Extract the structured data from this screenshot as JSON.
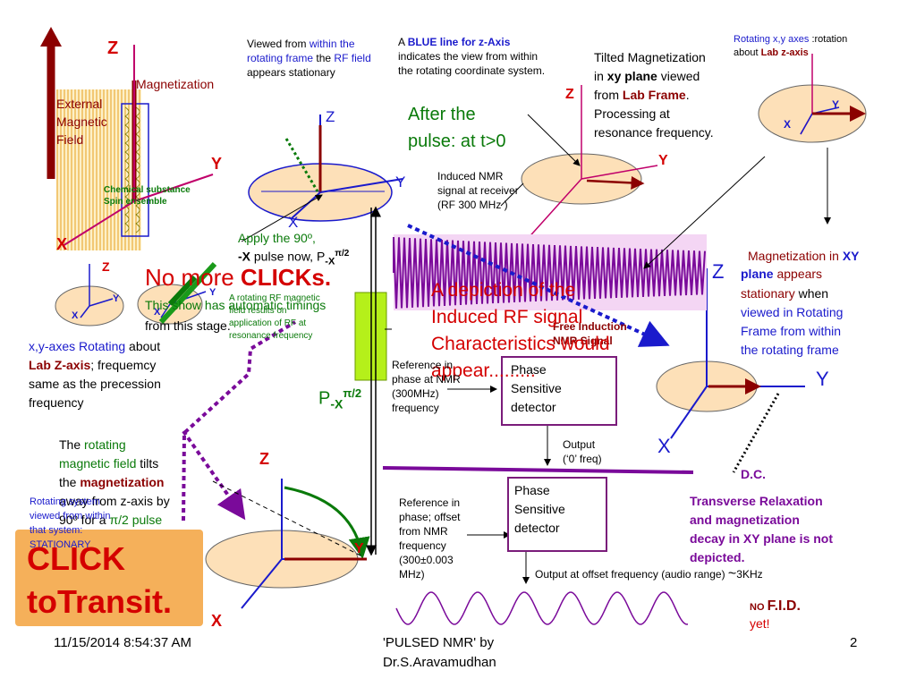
{
  "colors": {
    "maroon": "#8b0000",
    "magenta": "#c0006a",
    "blue": "#1a1acc",
    "green": "#0a7a0a",
    "purple": "#7a0a9a",
    "red": "#d40000",
    "peach": "#fde0b8",
    "orange": "#f5a623",
    "lime": "#b5f01a"
  },
  "labels": {
    "z1": "Z",
    "magnetization": "Magnetization",
    "ext1": "External",
    "ext2": "Magnetic",
    "ext3": "Field",
    "y1": "Y",
    "x1": "X",
    "chem1": "Chemical substance",
    "chem2": "Spin ensemble",
    "z_small": "Z",
    "y_small": "Y",
    "x_small": "X",
    "y_small2": "Y",
    "x_small2": "X",
    "viewed_a": "Viewed from ",
    "viewed_b": "within the",
    "viewed_c": "rotating frame",
    "viewed_d": " the ",
    "viewed_e": "RF field",
    "viewed_f": "appears stationary",
    "blue_a": "A ",
    "blue_b": "BLUE line for z-Axis",
    "blue_c": "indicates the view from within",
    "blue_d": "the  rotating coordinate system.",
    "z_mid": "Z",
    "y_mid": "Y",
    "x_mid": "X",
    "after1": "After the",
    "after2": "pulse: at t>0",
    "tilt1": "Tilted Magnetization",
    "tilt2a": "in ",
    "tilt2b": "xy plane",
    "tilt2c": " viewed",
    "tilt3a": "from ",
    "tilt3b": "Lab Frame",
    "tilt3c": ".",
    "tilt4": "Processing at",
    "tilt5": "resonance frequency.",
    "z_right": "Z",
    "y_right": "Y",
    "rot1a": "Rotating x,y axes ",
    "rot1b": ":rotation",
    "rot2a": "about ",
    "rot2b": "Lab z-axis",
    "y_tr": "Y",
    "x_tr": "X",
    "ind1": "Induced NMR",
    "ind2": "signal at receiver",
    "ind3": "(RF 300 MHz )",
    "apply1": "Apply the 90º,",
    "apply2a": "-X",
    "apply2b": " pulse now,   P",
    "apply2c": "-X",
    "apply2d": "π/2",
    "nomore_a": "No more ",
    "nomore_b": "CLICKs.",
    "auto1": "This show has automatic timings",
    "auto2": "from this stage.",
    "arf1": "A rotating RF magnetic",
    "arf2": "field results on",
    "arf3": "application of RF at",
    "arf4": "resonance frequency",
    "fid1": "Free Induction",
    "fid2": "NMR Signal",
    "depict1": "A depiction of the",
    "depict2": "Induced RF signal",
    "depict3": "Characteristics would",
    "depict4": "appear.........",
    "mxy1a": "Magnetization in ",
    "mxy1b": "XY",
    "mxy2a": "plane",
    "mxy2b": " appears",
    "mxy3a": "stationary",
    "mxy3b": " when",
    "mxy4": "viewed in Rotating",
    "mxy5": "Frame from within",
    "mxy6": "the rotating frame",
    "z_r2": "Z",
    "y_r2": "Y",
    "x_r2": "X",
    "xyrot1a": "x,y-axes ",
    "xyrot1b": "Rotating",
    "xyrot1c": " about",
    "xyrot2a": "Lab Z-axis",
    "xyrot2b": "; frequemcy",
    "xyrot3": "same as the precession",
    "xyrot4": "frequency",
    "ref1a": "Reference in",
    "ref1b": "phase at NMR",
    "ref1c": "(300MHz)",
    "ref1d": "frequency",
    "psd1a": "Phase",
    "psd1b": "Sensitive",
    "psd1c": "detector",
    "p_a": "P",
    "p_b": "-X",
    "p_c": "π/2",
    "out1a": "Output",
    "out1b": "(‘0’ freq)",
    "dc": "D.C.",
    "tr1": "Transverse Relaxation",
    "tr2": "and magnetization",
    "tr3": "decay in XY plane is not",
    "tr4": "depicted.",
    "rmf1a": "The ",
    "rmf1b": "rotating",
    "rmf2a": "magnetic field",
    "rmf2b": " tilts",
    "rmf3a": "the ",
    "rmf3b": "magnetization",
    "rmf4": "away from z-axis by",
    "rmf5a": "90º for a ",
    "rmf5b": "π/2 pulse",
    "rsys1": "Rotating system",
    "rsys2": "viewed from within",
    "rsys3": "that system:",
    "rsys4": "STATIONARY",
    "z_bl": "Z",
    "y_bl": "Y",
    "x_bl": "X",
    "ref2a": "Reference in",
    "ref2b": "phase;  offset",
    "ref2c": "from NMR",
    "ref2d": "frequency",
    "ref2e": "(300±0.003",
    "ref2f": "MHz)",
    "psd2a": "Phase",
    "psd2b": "Sensitive",
    "psd2c": "detector",
    "out2a": "Output at offset frequency (audio range) ",
    "out2b": "~",
    "out2c": "3KHz",
    "no_a": "NO ",
    "no_b": "F.I.D.",
    "no_c": "yet!",
    "click1": "CLICK",
    "click2": "toTransit.",
    "date": "11/15/2014 8:54:37 AM",
    "foot1": "'PULSED NMR'  by",
    "foot2": "Dr.S.Aravamudhan",
    "page": "2"
  }
}
